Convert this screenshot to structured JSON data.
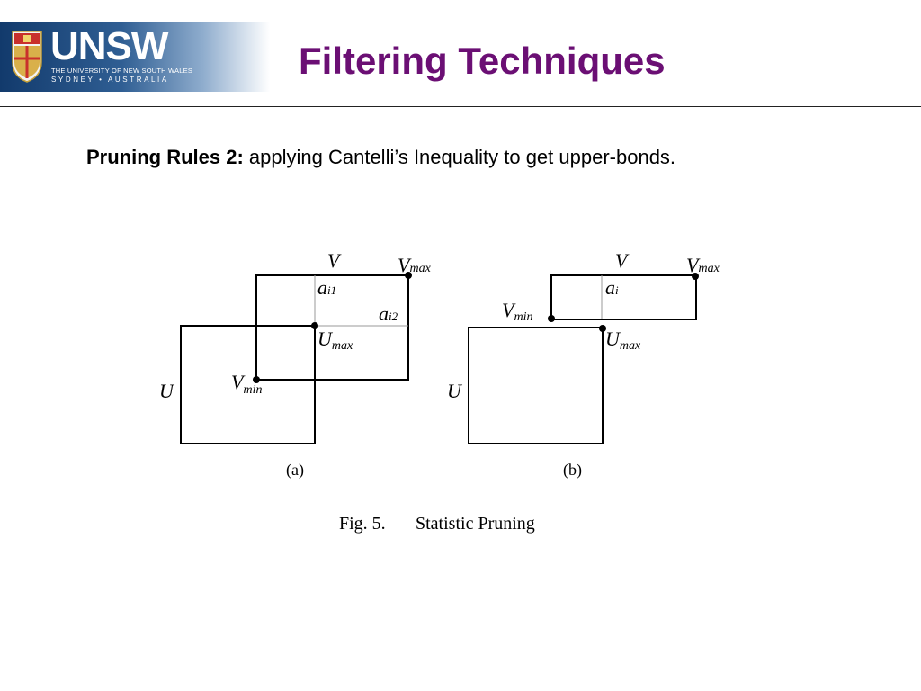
{
  "header": {
    "logo_text": "UNSW",
    "logo_line1": "THE UNIVERSITY OF NEW SOUTH WALES",
    "logo_line2": "SYDNEY • AUSTRALIA",
    "title": "Filtering Techniques"
  },
  "body": {
    "label": "Pruning Rules 2:",
    "text": " applying Cantelli’s Inequality to get upper-bonds."
  },
  "figure": {
    "a": {
      "v": "V",
      "vmax": "V",
      "vmax_sub": "max",
      "a1": "a",
      "a1_sub": "i1",
      "a2": "a",
      "a2_sub": "i2",
      "umax": "U",
      "umax_sub": "max",
      "vmin": "V",
      "vmin_sub": "min",
      "u": "U",
      "caption": "(a)"
    },
    "b": {
      "v": "V",
      "vmax": "V",
      "vmax_sub": "max",
      "ai": "a",
      "ai_sub": "i",
      "vmin": "V",
      "vmin_sub": "min",
      "umax": "U",
      "umax_sub": "max",
      "u": "U",
      "caption": "(b)"
    },
    "caption_num": "Fig. 5.",
    "caption_text": "Statistic Pruning"
  }
}
